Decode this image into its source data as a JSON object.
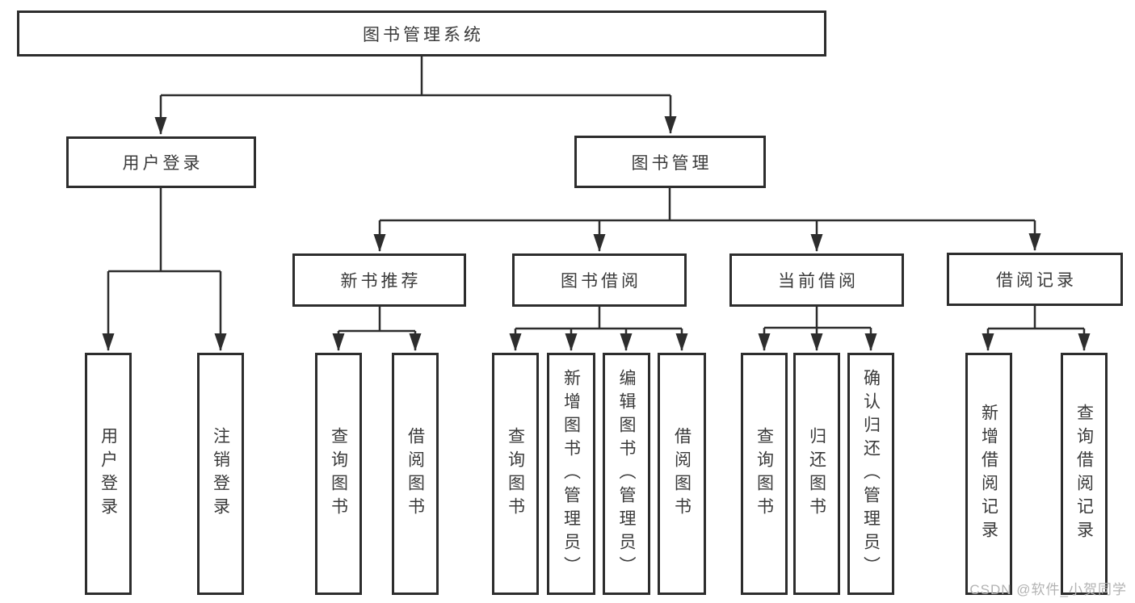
{
  "diagram": {
    "root": {
      "label": "图书管理系统",
      "children": [
        {
          "label": "用户登录",
          "children": [
            {
              "label": "用户登录"
            },
            {
              "label": "注销登录"
            }
          ]
        },
        {
          "label": "图书管理",
          "children": [
            {
              "label": "新书推荐",
              "children": [
                {
                  "label": "查询图书"
                },
                {
                  "label": "借阅图书"
                }
              ]
            },
            {
              "label": "图书借阅",
              "children": [
                {
                  "label": "查询图书"
                },
                {
                  "label": "新增图书（管理员）"
                },
                {
                  "label": "编辑图书（管理员）"
                },
                {
                  "label": "借阅图书"
                }
              ]
            },
            {
              "label": "当前借阅",
              "children": [
                {
                  "label": "查询图书"
                },
                {
                  "label": "归还图书"
                },
                {
                  "label": "确认归还（管理员）"
                }
              ]
            },
            {
              "label": "借阅记录",
              "children": [
                {
                  "label": "新增借阅记录"
                },
                {
                  "label": "查询借阅记录"
                }
              ]
            }
          ]
        }
      ]
    }
  },
  "watermark": {
    "text": "CSDN @软件_小贺同学"
  },
  "colors": {
    "line": "#2d2d2d",
    "box_border": "#2d2d2d",
    "text": "#3a3a3a",
    "watermark": "#b3b3b3",
    "background": "#ffffff"
  }
}
